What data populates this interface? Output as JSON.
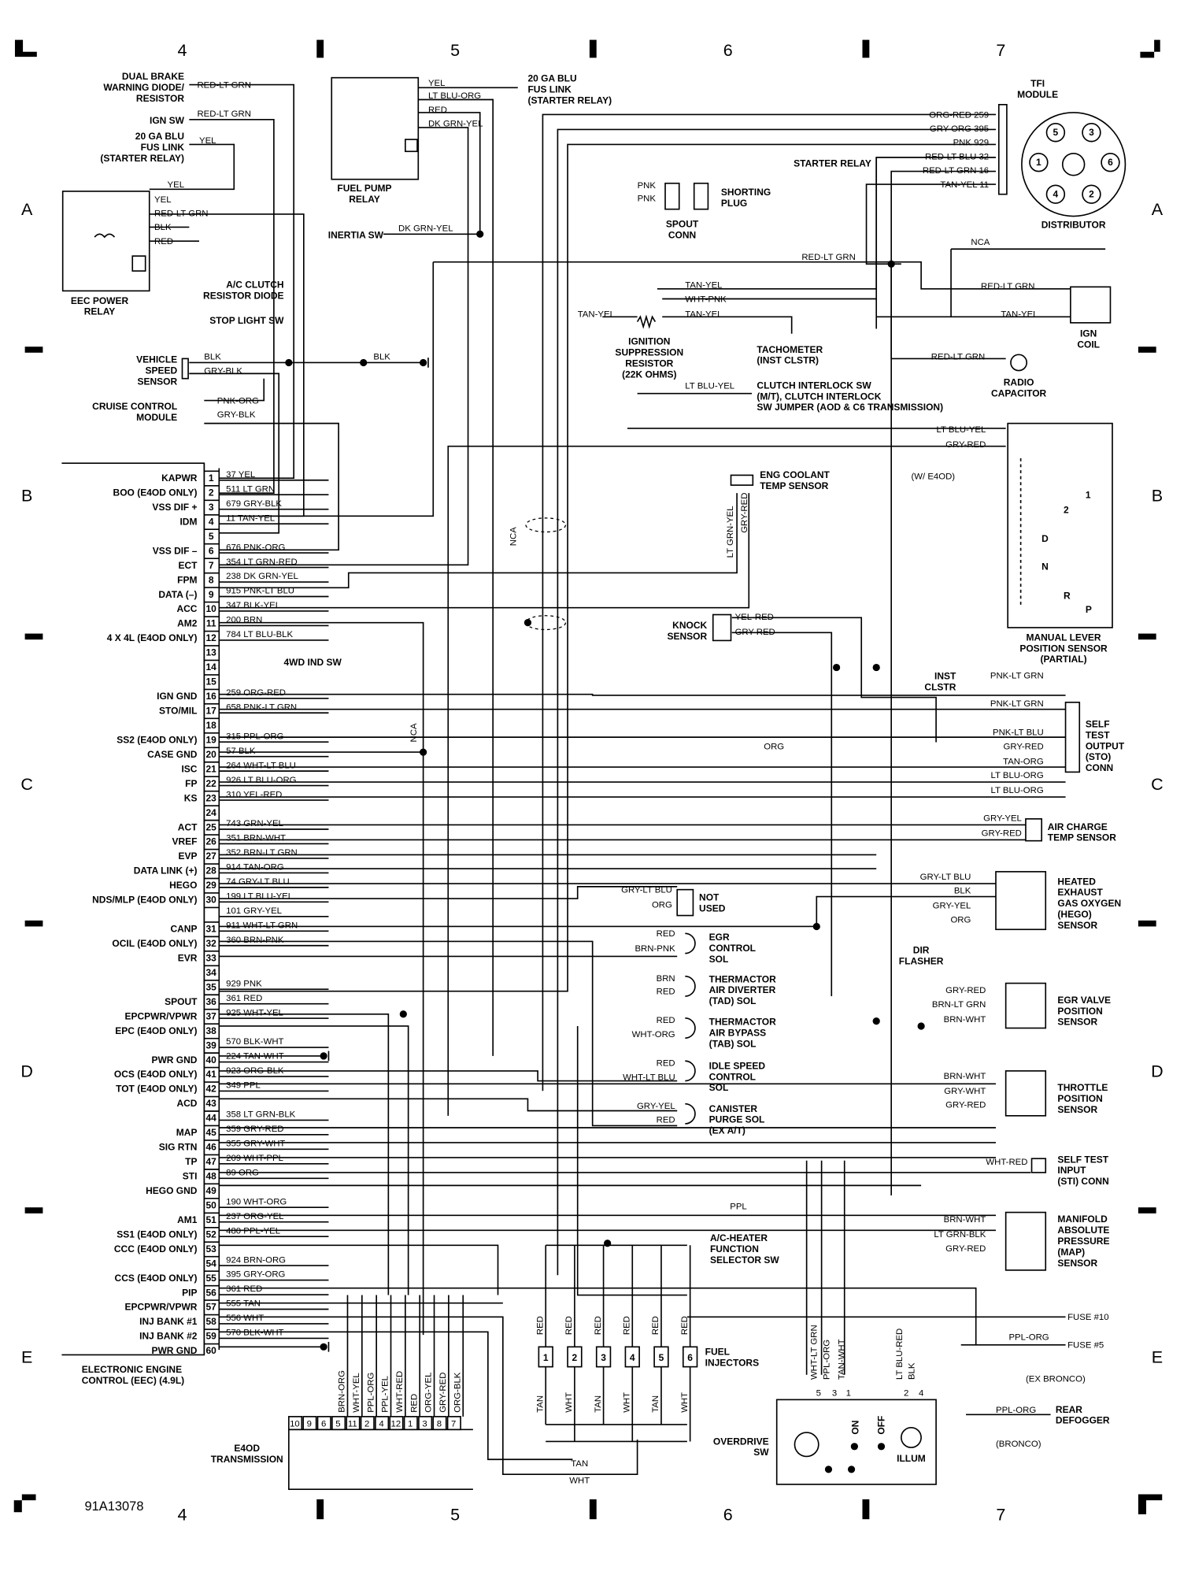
{
  "grid": {
    "columns": [
      "4",
      "5",
      "6",
      "7"
    ],
    "rows": [
      "A",
      "B",
      "C",
      "D",
      "E"
    ],
    "figure_id": "91A13078"
  },
  "eec": {
    "title": [
      "ELECTRONIC ENGINE",
      "CONTROL (EEC) (4.9L)"
    ],
    "pins": [
      {
        "num": "1",
        "func": "KAPWR",
        "wire": "37 YEL"
      },
      {
        "num": "2",
        "func": "BOO (E4OD ONLY)",
        "wire": "511 LT GRN"
      },
      {
        "num": "3",
        "func": "VSS DIF +",
        "wire": "679 GRY-BLK"
      },
      {
        "num": "4",
        "func": "IDM",
        "wire": "11 TAN-YEL"
      },
      {
        "num": "5",
        "func": "",
        "wire": ""
      },
      {
        "num": "6",
        "func": "VSS DIF –",
        "wire": "676 PNK-ORG"
      },
      {
        "num": "7",
        "func": "ECT",
        "wire": "354 LT GRN-RED"
      },
      {
        "num": "8",
        "func": "FPM",
        "wire": "238 DK GRN-YEL"
      },
      {
        "num": "9",
        "func": "DATA (–)",
        "wire": "915 PNK-LT BLU"
      },
      {
        "num": "10",
        "func": "ACC",
        "wire": "347 BLK-YEL"
      },
      {
        "num": "11",
        "func": "AM2",
        "wire": "200 BRN"
      },
      {
        "num": "12",
        "func": "4 X 4L (E4OD ONLY)",
        "wire": "784 LT BLU-BLK"
      },
      {
        "num": "13",
        "func": "",
        "wire": ""
      },
      {
        "num": "14",
        "func": "",
        "wire": ""
      },
      {
        "num": "15",
        "func": "",
        "wire": ""
      },
      {
        "num": "16",
        "func": "IGN GND",
        "wire": "259 ORG-RED"
      },
      {
        "num": "17",
        "func": "STO/MIL",
        "wire": "658 PNK-LT GRN"
      },
      {
        "num": "18",
        "func": "",
        "wire": ""
      },
      {
        "num": "19",
        "func": "SS2 (E4OD ONLY)",
        "wire": "315 PPL-ORG"
      },
      {
        "num": "20",
        "func": "CASE GND",
        "wire": "57 BLK"
      },
      {
        "num": "21",
        "func": "ISC",
        "wire": "264 WHT-LT BLU"
      },
      {
        "num": "22",
        "func": "FP",
        "wire": "926 LT BLU-ORG"
      },
      {
        "num": "23",
        "func": "KS",
        "wire": "310 YEL-RED"
      },
      {
        "num": "24",
        "func": "",
        "wire": ""
      },
      {
        "num": "25",
        "func": "ACT",
        "wire": "743 GRN-YEL"
      },
      {
        "num": "26",
        "func": "VREF",
        "wire": "351 BRN-WHT"
      },
      {
        "num": "27",
        "func": "EVP",
        "wire": "352 BRN-LT GRN"
      },
      {
        "num": "28",
        "func": "DATA LINK (+)",
        "wire": "914 TAN-ORG"
      },
      {
        "num": "29",
        "func": "HEGO",
        "wire": "74 GRY-LT BLU"
      },
      {
        "num": "30",
        "func": "NDS/MLP (E4OD ONLY)",
        "wire": "199 LT BLU-YEL"
      },
      {
        "num": "",
        "func": "",
        "wire": "101 GRY-YEL"
      },
      {
        "num": "31",
        "func": "CANP",
        "wire": "911 WHT-LT GRN"
      },
      {
        "num": "32",
        "func": "OCIL (E4OD ONLY)",
        "wire": "360 BRN-PNK"
      },
      {
        "num": "33",
        "func": "EVR",
        "wire": ""
      },
      {
        "num": "34",
        "func": "",
        "wire": ""
      },
      {
        "num": "35",
        "func": "",
        "wire": "929 PNK"
      },
      {
        "num": "36",
        "func": "SPOUT",
        "wire": "361 RED"
      },
      {
        "num": "37",
        "func": "EPCPWR/VPWR",
        "wire": "925 WHT-YEL"
      },
      {
        "num": "38",
        "func": "EPC (E4OD ONLY)",
        "wire": ""
      },
      {
        "num": "39",
        "func": "",
        "wire": "570 BLK-WHT"
      },
      {
        "num": "40",
        "func": "PWR GND",
        "wire": "224 TAN-WHT"
      },
      {
        "num": "41",
        "func": "OCS (E4OD ONLY)",
        "wire": "923 ORG-BLK"
      },
      {
        "num": "42",
        "func": "TOT (E4OD ONLY)",
        "wire": "349 PPL"
      },
      {
        "num": "43",
        "func": "ACD",
        "wire": ""
      },
      {
        "num": "44",
        "func": "",
        "wire": "358 LT GRN-BLK"
      },
      {
        "num": "45",
        "func": "MAP",
        "wire": "359 GRY-RED"
      },
      {
        "num": "46",
        "func": "SIG RTN",
        "wire": "355 GRY-WHT"
      },
      {
        "num": "47",
        "func": "TP",
        "wire": "209 WHT-PPL"
      },
      {
        "num": "48",
        "func": "STI",
        "wire": "89 ORG"
      },
      {
        "num": "49",
        "func": "HEGO GND",
        "wire": ""
      },
      {
        "num": "50",
        "func": "",
        "wire": "190 WHT-ORG"
      },
      {
        "num": "51",
        "func": "AM1",
        "wire": "237 ORG-YEL"
      },
      {
        "num": "52",
        "func": "SS1 (E4OD ONLY)",
        "wire": "480 PPL-YEL"
      },
      {
        "num": "53",
        "func": "CCC (E4OD ONLY)",
        "wire": ""
      },
      {
        "num": "54",
        "func": "",
        "wire": "924 BRN-ORG"
      },
      {
        "num": "55",
        "func": "CCS (E4OD ONLY)",
        "wire": "395 GRY-ORG"
      },
      {
        "num": "56",
        "func": "PIP",
        "wire": "361 RED"
      },
      {
        "num": "57",
        "func": "EPCPWR/VPWR",
        "wire": "555 TAN"
      },
      {
        "num": "58",
        "func": "INJ BANK #1",
        "wire": "556 WHT"
      },
      {
        "num": "59",
        "func": "INJ BANK #2",
        "wire": "570 BLK-WHT"
      },
      {
        "num": "60",
        "func": "PWR GND",
        "wire": ""
      }
    ]
  },
  "components": {
    "dual_brake": {
      "label": [
        "DUAL BRAKE",
        "WARNING DIODE/",
        "RESISTOR"
      ],
      "wire": "RED-LT GRN"
    },
    "ign_sw": {
      "label": "IGN SW",
      "wire": "RED-LT GRN"
    },
    "fus_link_left": {
      "label": [
        "20 GA BLU",
        "FUS LINK",
        "(STARTER RELAY)"
      ],
      "wire": "YEL"
    },
    "eec_power_relay": {
      "label": [
        "EEC POWER",
        "RELAY"
      ],
      "wires": [
        "YEL",
        "YEL",
        "RED-LT GRN",
        "BLK",
        "RED"
      ]
    },
    "ac_clutch_diode": {
      "label": [
        "A/C CLUTCH",
        "RESISTOR DIODE"
      ]
    },
    "stop_light_sw": {
      "label": "STOP LIGHT SW"
    },
    "vss": {
      "label": [
        "VEHICLE",
        "SPEED",
        "SENSOR"
      ],
      "wires": [
        "BLK",
        "GRY-BLK"
      ],
      "ground_wire": "BLK"
    },
    "cruise_control": {
      "label": [
        "CRUISE CONTROL",
        "MODULE"
      ],
      "wires": [
        "PNK-ORG",
        "GRY-BLK"
      ]
    },
    "fuel_pump_relay": {
      "label": [
        "FUEL PUMP",
        "RELAY"
      ],
      "wires": [
        "YEL",
        "LT BLU-ORG",
        "RED",
        "DK GRN-YEL"
      ],
      "fus_link": [
        "20 GA BLU",
        "FUS LINK",
        "(STARTER RELAY)"
      ]
    },
    "inertia_sw": {
      "label": "INERTIA SW",
      "wire": "DK GRN-YEL"
    },
    "tfi": {
      "label": [
        "TFI",
        "MODULE"
      ],
      "distributor": "DISTRIBUTOR",
      "starter_relay": "STARTER RELAY",
      "wires": [
        "ORG-RED 259",
        "GRY-ORG 395",
        "PNK 929",
        "RED-LT BLU 32",
        "RED-LT GRN 16",
        "TAN-YEL 11"
      ],
      "terminals": [
        "5",
        "3",
        "1",
        "6",
        "4",
        "2"
      ]
    },
    "spout": {
      "label": [
        "SPOUT",
        "CONN"
      ],
      "plug": [
        "SHORTING",
        "PLUG"
      ],
      "wires": [
        "PNK",
        "PNK"
      ]
    },
    "ign_coil": {
      "label": [
        "IGN",
        "COIL"
      ],
      "nca": "NCA",
      "wires": [
        "RED-LT GRN",
        "RED-LT GRN",
        "TAN-YEL"
      ]
    },
    "suppression": {
      "label": [
        "IGNITION",
        "SUPPRESSION",
        "RESISTOR",
        "(22K OHMS)"
      ],
      "wires": [
        "TAN-YEL",
        "WHT-PNK",
        "TAN-YEL",
        "TAN-YEL"
      ]
    },
    "tach": {
      "label": [
        "TACHOMETER",
        "(INST CLSTR)"
      ]
    },
    "radio_cap": {
      "label": [
        "RADIO",
        "CAPACITOR"
      ],
      "wire": "RED-LT GRN"
    },
    "clutch": {
      "label": [
        "CLUTCH INTERLOCK SW",
        "(M/T), CLUTCH INTERLOCK",
        "SW JUMPER (AOD & C6 TRANSMISSION)"
      ],
      "wire": "LT BLU-YEL"
    },
    "mlps": {
      "label": [
        "MANUAL LEVER",
        "POSITION SENSOR",
        "(PARTIAL)"
      ],
      "wires": [
        "LT BLU-YEL",
        "GRY-RED"
      ],
      "note": "(W/ E4OD)",
      "positions": [
        "1",
        "2",
        "D",
        "N",
        "R",
        "P"
      ]
    },
    "ect": {
      "label": [
        "ENG COOLANT",
        "TEMP SENSOR"
      ],
      "wires": [
        "LT GRN-YEL",
        "GRY-RED"
      ]
    },
    "nca": [
      "NCA",
      "NCA"
    ],
    "knock": {
      "label": [
        "KNOCK",
        "SENSOR"
      ],
      "wires": [
        "YEL-RED",
        "GRY-RED"
      ]
    },
    "fwd_ind": {
      "label": "4WD IND SW"
    },
    "sto": {
      "label": [
        "SELF",
        "TEST",
        "OUTPUT",
        "(STO)",
        "CONN"
      ],
      "inst": [
        "INST",
        "CLSTR"
      ],
      "wires": [
        "PNK-LT GRN",
        "PNK-LT GRN",
        "PNK-LT BLU",
        "GRY-RED",
        "TAN-ORG",
        "LT BLU-ORG",
        "LT BLU-ORG"
      ],
      "org": "ORG"
    },
    "act": {
      "label": [
        "AIR CHARGE",
        "TEMP SENSOR"
      ],
      "wires": [
        "GRY-YEL",
        "GRY-RED"
      ]
    },
    "hego": {
      "label": [
        "HEATED",
        "EXHAUST",
        "GAS OXYGEN",
        "(HEGO)",
        "SENSOR"
      ],
      "wires": [
        "GRY-LT BLU",
        "BLK",
        "GRY-YEL",
        "ORG"
      ],
      "dir": [
        "DIR",
        "FLASHER"
      ]
    },
    "not_used": {
      "label": [
        "NOT",
        "USED"
      ],
      "wires": [
        "GRY-LT BLU",
        "ORG"
      ]
    },
    "egr_sol": {
      "label": [
        "EGR",
        "CONTROL",
        "SOL"
      ],
      "wires": [
        "RED",
        "BRN-PNK"
      ]
    },
    "tad": {
      "label": [
        "THERMACTOR",
        "AIR DIVERTER",
        "(TAD) SOL"
      ],
      "wires": [
        "BRN",
        "RED"
      ]
    },
    "tab": {
      "label": [
        "THERMACTOR",
        "AIR BYPASS",
        "(TAB) SOL"
      ],
      "wires": [
        "RED",
        "WHT-ORG"
      ]
    },
    "isc": {
      "label": [
        "IDLE SPEED",
        "CONTROL",
        "SOL"
      ],
      "wires": [
        "RED",
        "WHT-LT BLU"
      ]
    },
    "canister": {
      "label": [
        "CANISTER",
        "PURGE SOL",
        "(EX A/T)"
      ],
      "wires": [
        "GRY-YEL",
        "RED"
      ]
    },
    "evp": {
      "label": [
        "EGR VALVE",
        "POSITION",
        "SENSOR"
      ],
      "wires": [
        "GRY-RED",
        "BRN-LT GRN",
        "BRN-WHT"
      ]
    },
    "tps": {
      "label": [
        "THROTTLE",
        "POSITION",
        "SENSOR"
      ],
      "wires": [
        "BRN-WHT",
        "GRY-WHT",
        "GRY-RED"
      ]
    },
    "sti": {
      "label": [
        "SELF TEST",
        "INPUT",
        "(STI) CONN"
      ],
      "wire": "WHT-RED"
    },
    "map": {
      "label": [
        "MANIFOLD",
        "ABSOLUTE",
        "PRESSURE",
        "(MAP)",
        "SENSOR"
      ],
      "wires": [
        "BRN-WHT",
        "LT GRN-BLK",
        "GRY-RED"
      ]
    },
    "ac_heater": {
      "label": [
        "A/C-HEATER",
        "FUNCTION",
        "SELECTOR SW"
      ],
      "wire": "PPL"
    },
    "injectors": {
      "label": [
        "FUEL",
        "INJECTORS"
      ],
      "numbers": [
        "1",
        "2",
        "3",
        "4",
        "5",
        "6"
      ],
      "top_wire": "RED",
      "bottom_wires": [
        "TAN",
        "WHT",
        "TAN",
        "WHT",
        "TAN",
        "WHT"
      ],
      "bus": [
        "TAN",
        "WHT"
      ]
    },
    "fuses": {
      "fuse10": "FUSE #10",
      "fuse5": "FUSE #5",
      "wire": "PPL-ORG",
      "ex_bronco": "(EX BRONCO)",
      "bronco": "(BRONCO)",
      "defogger": [
        "REAR",
        "DEFOGGER"
      ]
    },
    "overdrive": {
      "label": [
        "OVERDRIVE",
        "SW"
      ],
      "wires": [
        "WHT-LT GRN",
        "PPL-ORG",
        "TAN-WHT",
        "LT BLU-RED",
        "BLK"
      ],
      "pins": [
        "5",
        "3",
        "1",
        "2",
        "4"
      ],
      "on": "ON",
      "off": "OFF",
      "illum": "ILLUM"
    },
    "e4od": {
      "label": [
        "E4OD",
        "TRANSMISSION"
      ],
      "wires": [
        "BRN-ORG",
        "WHT-YEL",
        "PPL-ORG",
        "PPL-YEL",
        "WHT-RED",
        "RED",
        "ORG-YEL",
        "GRY-RED",
        "ORG-BLK"
      ],
      "pins": [
        "10",
        "9",
        "6",
        "5",
        "11",
        "2",
        "4",
        "12",
        "1",
        "3",
        "8",
        "7"
      ]
    }
  }
}
